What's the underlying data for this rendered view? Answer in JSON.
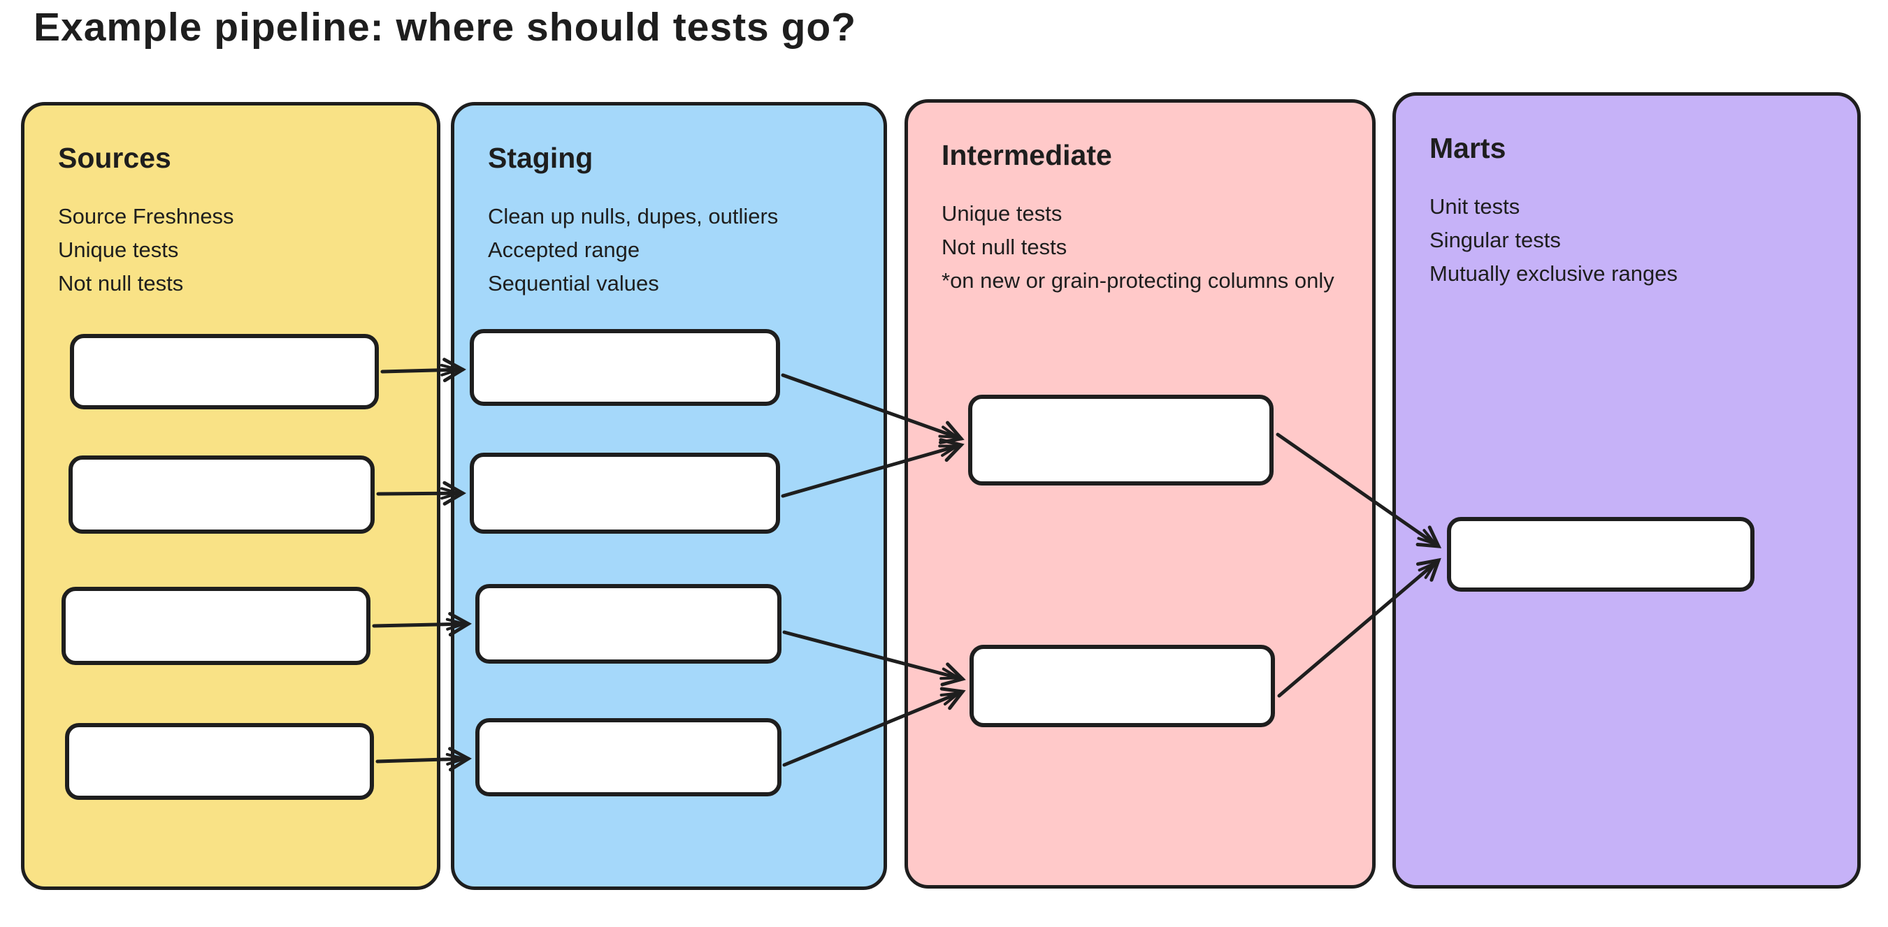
{
  "title": "Example pipeline: where should tests go?",
  "ink_color": "#1e1e1e",
  "node_fill": "#ffffff",
  "columns": [
    {
      "id": "sources",
      "label": "Sources",
      "color": "#F9E286",
      "notes": [
        "Source Freshness",
        "Unique tests",
        "Not null tests"
      ],
      "node_count": 4
    },
    {
      "id": "staging",
      "label": "Staging",
      "color": "#A5D8FA",
      "notes": [
        "Clean up nulls, dupes, outliers",
        "Accepted range",
        "Sequential values"
      ],
      "node_count": 4
    },
    {
      "id": "intermediate",
      "label": "Intermediate",
      "color": "#FFC9C9",
      "notes": [
        "Unique tests",
        "Not null tests",
        "*on new or grain-protecting columns only"
      ],
      "node_count": 2
    },
    {
      "id": "marts",
      "label": "Marts",
      "color": "#C6B2F8",
      "notes": [
        "Unit tests",
        "Singular tests",
        "Mutually exclusive ranges"
      ],
      "node_count": 1
    }
  ],
  "connections": [
    {
      "from": "sources-1",
      "to": "staging-1"
    },
    {
      "from": "sources-2",
      "to": "staging-2"
    },
    {
      "from": "sources-3",
      "to": "staging-3"
    },
    {
      "from": "sources-4",
      "to": "staging-4"
    },
    {
      "from": "staging-1",
      "to": "intermediate-1"
    },
    {
      "from": "staging-2",
      "to": "intermediate-1"
    },
    {
      "from": "staging-3",
      "to": "intermediate-2"
    },
    {
      "from": "staging-4",
      "to": "intermediate-2"
    },
    {
      "from": "intermediate-1",
      "to": "marts-1"
    },
    {
      "from": "intermediate-2",
      "to": "marts-1"
    }
  ]
}
